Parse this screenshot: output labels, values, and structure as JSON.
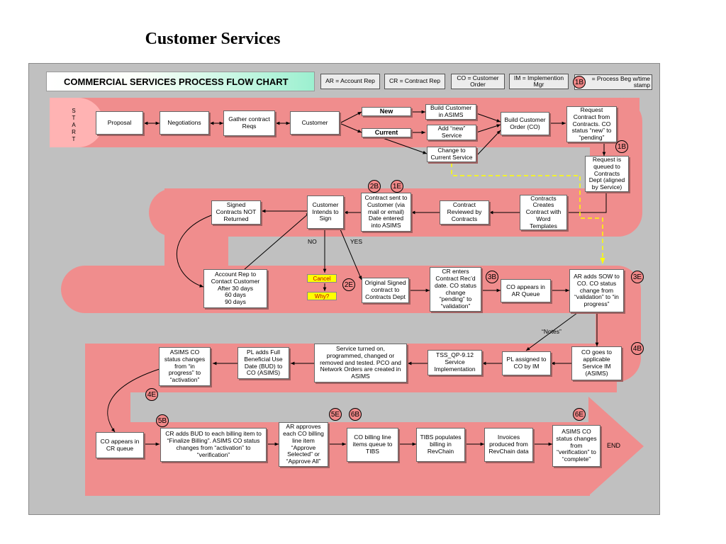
{
  "page_title": "Customer Services",
  "flow_title": "COMMERCIAL SERVICES PROCESS FLOW CHART",
  "legend": {
    "ar": "AR = Account Rep",
    "cr": "CR = Contract Rep",
    "co": "CO = Customer\nOrder",
    "im": "IM = Implemention\nMgr",
    "beg": "= Process Beg w/time\nstamp",
    "beg_badge": "1B"
  },
  "start_label": "S\nT\nA\nR\nT",
  "end_label": "END",
  "boxes": {
    "proposal": "Proposal",
    "negotiations": "Negotiations",
    "gather": "Gather contract\nReqs",
    "customer": "Customer",
    "new": "New",
    "current": "Current",
    "build_customer_asims": "Build Customer\nin ASIMS",
    "add_new_service": "Add “new”\nService",
    "change_current": "Change to\nCurrent Service",
    "build_co": "Build Customer\nOrder (CO)",
    "request_contract": "Request\nContract from\nContracts. CO\nstatus “new” to\n“pending”",
    "request_queued": "Request is\nqueued to\nContracts\nDept (aligned\nby Service)",
    "contracts_creates": "Contracts\nCreates\nContract with\nWord\nTemplates",
    "contract_reviewed": "Contract\nReviewed by\nContracts",
    "contract_sent": "Contract sent to\nCustomer (via\nmail or email)\nDate entered\ninto ASIMS",
    "customer_intends": "Customer\nIntends to\nSign",
    "signed_not_returned": "Signed\nContracts NOT\nReturned",
    "account_rep_contact": "Account Rep to\nContact Customer\nAfter  30 days\n            60 days\n            90 days",
    "cancel": "Cancel",
    "why": "Why?",
    "original_signed": "Original Signed\ncontract to\nContracts Dept",
    "cr_enters": "CR enters\nContract Rec’d\ndate. CO status\nchange\n“pending” to\n“validation”",
    "co_appears_ar": "CO appears in\nAR Queue",
    "ar_adds_sow": "AR adds SOW to\nCO. CO status\nchange from\n“validation” to “in\nprogress”",
    "co_goes": "CO goes to\napplicable\nService IM\n(ASIMS)",
    "pl_assigned": "PL assigned to\nCO by IM",
    "tss": "TSS_QP-9.12\nService\nImplementation",
    "service_turned_on": "Service turned on,\nprogrammed, changed or\nremoved and tested. PCO and\nNetwork Orders are created in\nASIMS",
    "pl_adds": "PL adds Full\nBeneficial Use\nDate (BUD) to\nCO (ASIMS)",
    "asims_activation": "ASIMS CO\nstatus changes\nfrom “in\nprogress” to\n“activation”",
    "co_appears_cr": "CO appears in\nCR queue",
    "cr_adds_bud": "CR adds BUD to each billing item to\n“Finalize Billing”. ASIMS CO status\nchanges from “activation” to\n“verification”",
    "ar_approves": "AR approves\neach CO billing\nline item\n“Approve\nSelected” or\n“Approve All”",
    "co_billing": "CO billing line\nitems queue to\nTIBS",
    "tibs": "TIBS populates\nbilling in\nRevChain",
    "invoices": "Invoices\nproduced from\nRevChain data",
    "asims_complete": "ASIMS CO\nstatus changes\nfrom\n“verification” to\n“complete”"
  },
  "labels": {
    "no": "NO",
    "yes": "YES",
    "notes": "“Notes”"
  },
  "badges": {
    "b1B": "1B",
    "b2B": "2B",
    "b1E": "1E",
    "b2E": "2E",
    "b3B": "3B",
    "b3E": "3E",
    "b4B": "4B",
    "b4E": "4E",
    "b5B": "5B",
    "b5E": "5E",
    "b6B": "6B",
    "b6E": "6E"
  },
  "colors": {
    "band": "#f08d8d",
    "start": "#ffb3b3",
    "panel": "#c0c0c0",
    "dashed": "#ffff00"
  }
}
